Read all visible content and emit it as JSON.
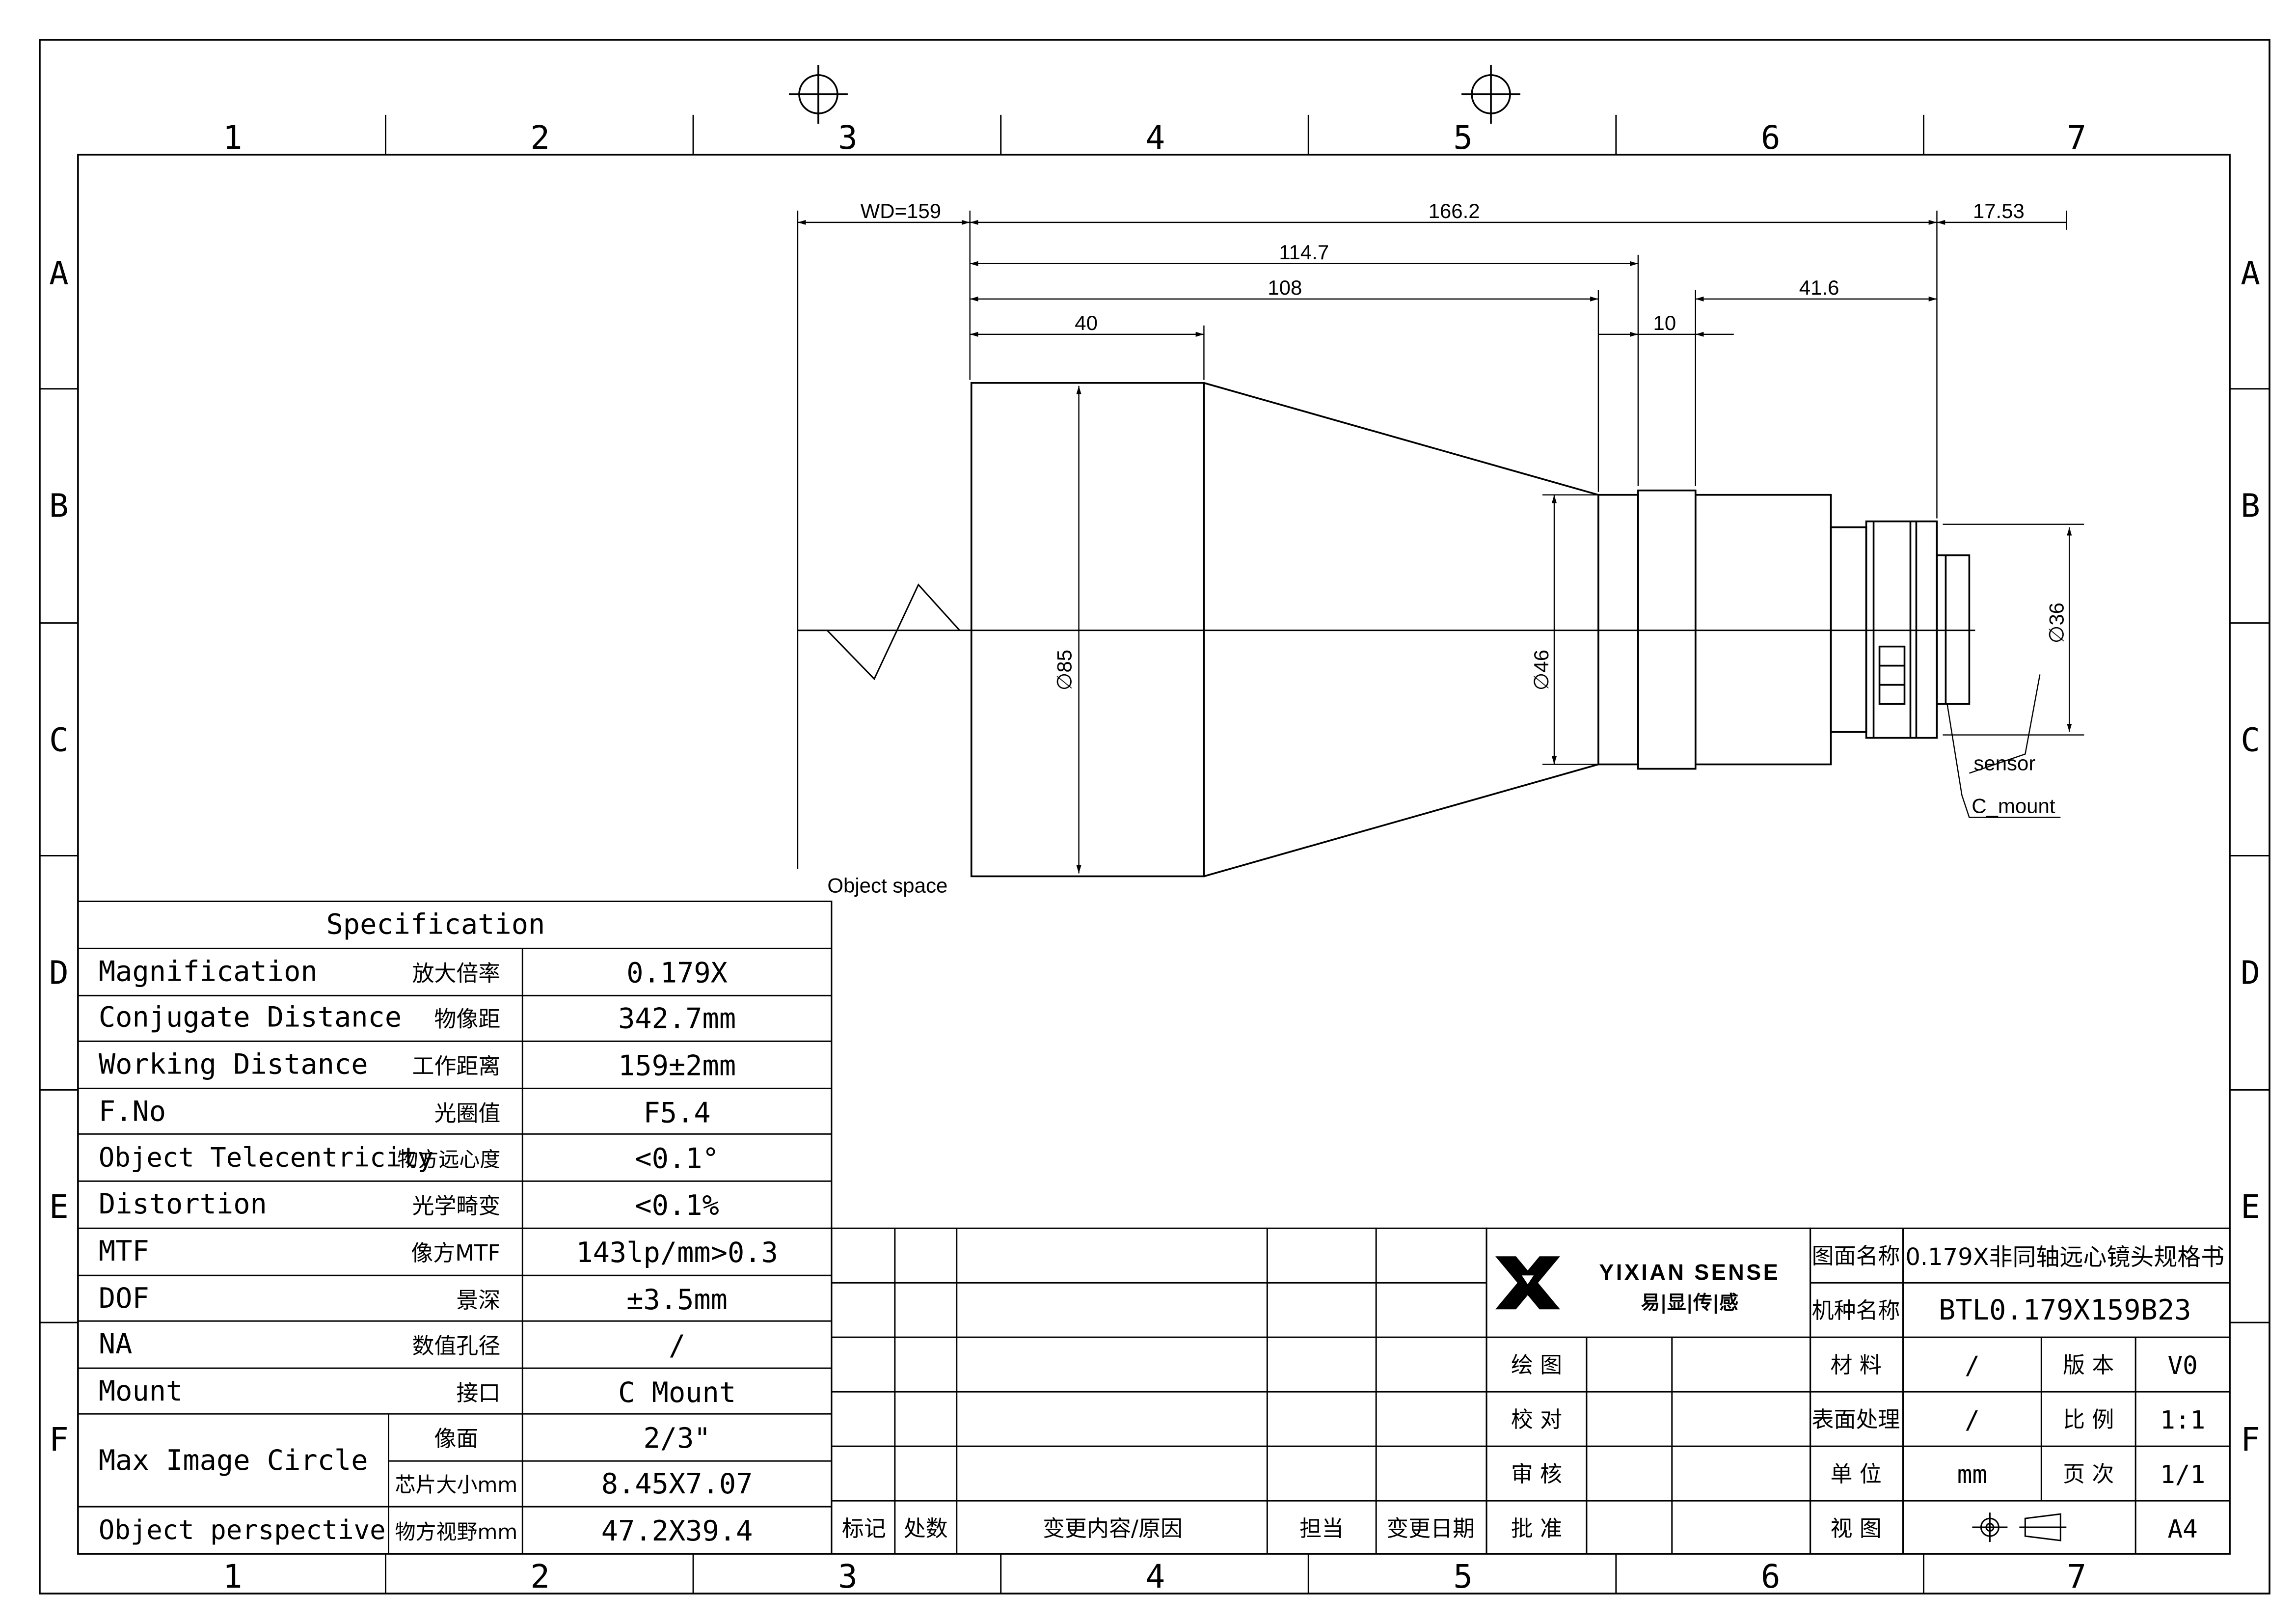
{
  "frame": {
    "columns": [
      "1",
      "2",
      "3",
      "4",
      "5",
      "6",
      "7"
    ],
    "rows": [
      "A",
      "B",
      "C",
      "D",
      "E",
      "F"
    ]
  },
  "drawing": {
    "dimensions": {
      "wd": "WD=159",
      "overall": "166.2",
      "flange": "17.53",
      "d114": "114.7",
      "d108": "108",
      "d41": "41.6",
      "d40": "40",
      "d10": "10",
      "dia85": "∅85",
      "dia46": "∅46",
      "dia36": "∅36"
    },
    "labels": {
      "object_space": "Object space",
      "sensor": "sensor",
      "c_mount": "C_mount"
    }
  },
  "specification": {
    "title": "Specification",
    "rows": [
      {
        "en": "Magnification",
        "cn": "放大倍率",
        "value": "0.179X"
      },
      {
        "en": "Conjugate Distance",
        "cn": "物像距",
        "value": "342.7mm"
      },
      {
        "en": "Working Distance",
        "cn": "工作距离",
        "value": "159±2mm"
      },
      {
        "en": "F.No",
        "cn": "光圈值",
        "value": "F5.4"
      },
      {
        "en": "Object Telecentricity",
        "cn": "物方远心度",
        "value": "<0.1°"
      },
      {
        "en": "Distortion",
        "cn": "光学畸变",
        "value": "<0.1%"
      },
      {
        "en": "MTF",
        "cn": "像方MTF",
        "value": "143lp/mm>0.3"
      },
      {
        "en": "DOF",
        "cn": "景深",
        "value": "±3.5mm"
      },
      {
        "en": "NA",
        "cn": "数值孔径",
        "value": "/"
      },
      {
        "en": "Mount",
        "cn": "接口",
        "value": "C Mount"
      }
    ],
    "image_circle": {
      "en": "Max Image Circle",
      "sub": [
        {
          "cn": "像面",
          "value": "2/3\""
        },
        {
          "cn": "芯片大小mm",
          "value": "8.45X7.07"
        }
      ]
    },
    "object_perspective": {
      "en": "Object perspective",
      "cn": "物方视野mm",
      "value": "47.2X39.4"
    }
  },
  "title_block": {
    "revision_headers": [
      "标记",
      "处数",
      "变更内容/原因",
      "担当",
      "变更日期"
    ],
    "logo": {
      "brand": "YIXIAN SENSE",
      "cn": "易|显|传|感"
    },
    "drawing_name_label": "图面名称",
    "drawing_name": "0.179X非同轴远心镜头规格书",
    "model_label": "机种名称",
    "model": "BTL0.179X159B23",
    "sign_labels": [
      "绘 图",
      "校 对",
      "审 核",
      "批 准"
    ],
    "info": [
      {
        "label": "材 料",
        "value": "/",
        "label2": "版 本",
        "value2": "V0"
      },
      {
        "label": "表面处理",
        "value": "/",
        "label2": "比 例",
        "value2": "1:1"
      },
      {
        "label": "单 位",
        "value": "mm",
        "label2": "页 次",
        "value2": "1/1"
      }
    ],
    "view_label": "视 图",
    "sheet_size": "A4"
  },
  "colors": {
    "ink": "#000000",
    "paper": "#ffffff"
  }
}
